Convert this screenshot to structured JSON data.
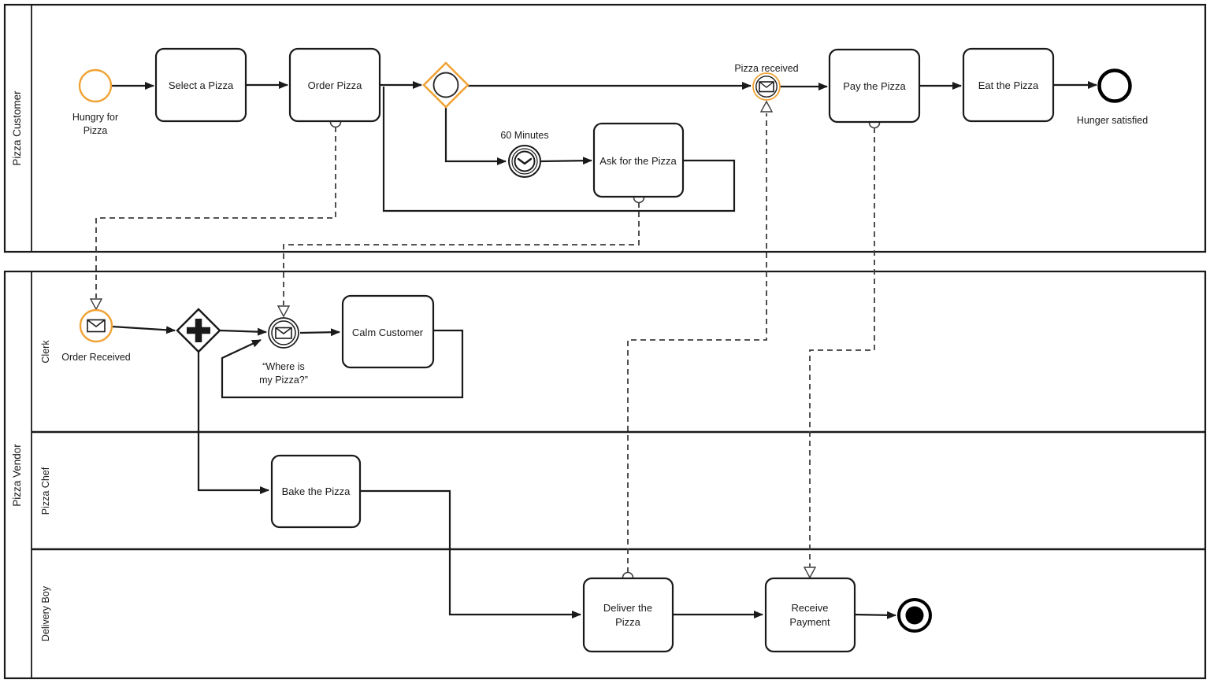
{
  "diagram_title": "Pizza order BPMN collaboration",
  "colors": {
    "highlight_orange": "#F0A233",
    "ink": "#1A1A1A",
    "message_flow": "#3D3D3D",
    "background": "#FFFFFF"
  },
  "pools": {
    "customer": {
      "label": "Pizza Customer"
    },
    "vendor": {
      "label": "Pizza Vendor",
      "lanes": {
        "clerk": "Clerk",
        "chef": "Pizza Chef",
        "delivery": "Delivery Boy"
      }
    }
  },
  "customer": {
    "start_event": {
      "line1": "Hungry for",
      "line2": "Pizza"
    },
    "task_select": "Select a Pizza",
    "task_order": "Order Pizza",
    "timer_label": "60 Minutes",
    "task_ask": "Ask for the Pizza",
    "msg_event_received": "Pizza received",
    "task_pay": "Pay the Pizza",
    "task_eat": "Eat the Pizza",
    "end_event": "Hunger satisfied"
  },
  "vendor": {
    "start_event": "Order Received",
    "msg_event_where": {
      "line1": "“Where is",
      "line2": "my Pizza?”"
    },
    "task_calm": "Calm Customer",
    "task_bake": "Bake the Pizza",
    "task_deliver": {
      "line1": "Deliver the",
      "line2": "Pizza"
    },
    "task_receive": {
      "line1": "Receive",
      "line2": "Payment"
    }
  }
}
